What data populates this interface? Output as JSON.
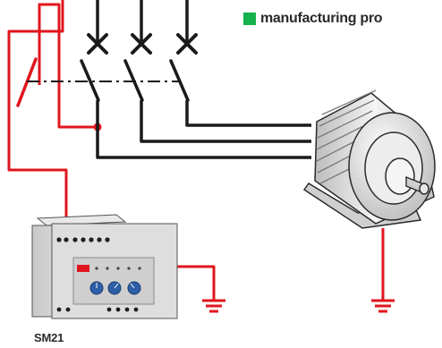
{
  "legend": {
    "label": "manufacturing pro",
    "swatch_color": "#15b14a"
  },
  "device": {
    "label": "SM21",
    "front_panel": "3 rotary setting knobs, 5 indicator LEDs, red test button"
  },
  "colors": {
    "control_wire": "#e0161e",
    "power_wire": "#1a1a1a",
    "motor_body": "#dcdcdc",
    "device_body": "#d7d7d7",
    "knob": "#2d5fa6"
  },
  "diagram": {
    "power_lines": 3,
    "breaker_contacts": 4,
    "earth_symbols": 2,
    "mechanical_link": "dash-dot line joining the breaker contacts"
  }
}
